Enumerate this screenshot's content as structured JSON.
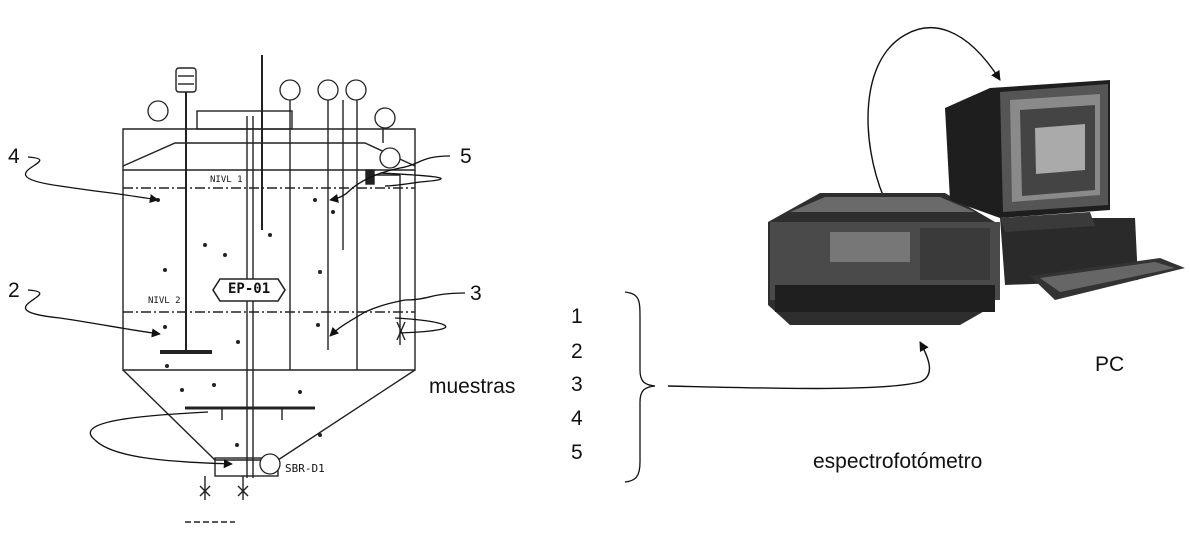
{
  "tank": {
    "tag_main": "EP-01",
    "tag_outlet": "SBR-D1",
    "level_high": "NIVL 1",
    "level_low": "NIVL 2",
    "callouts": [
      "4",
      "5",
      "2",
      "3"
    ]
  },
  "samples": {
    "label": "muestras",
    "numbers": [
      "1",
      "2",
      "3",
      "4",
      "5"
    ]
  },
  "spectrophotometer": {
    "label": "espectrofotómetro"
  },
  "pc": {
    "label": "PC"
  }
}
